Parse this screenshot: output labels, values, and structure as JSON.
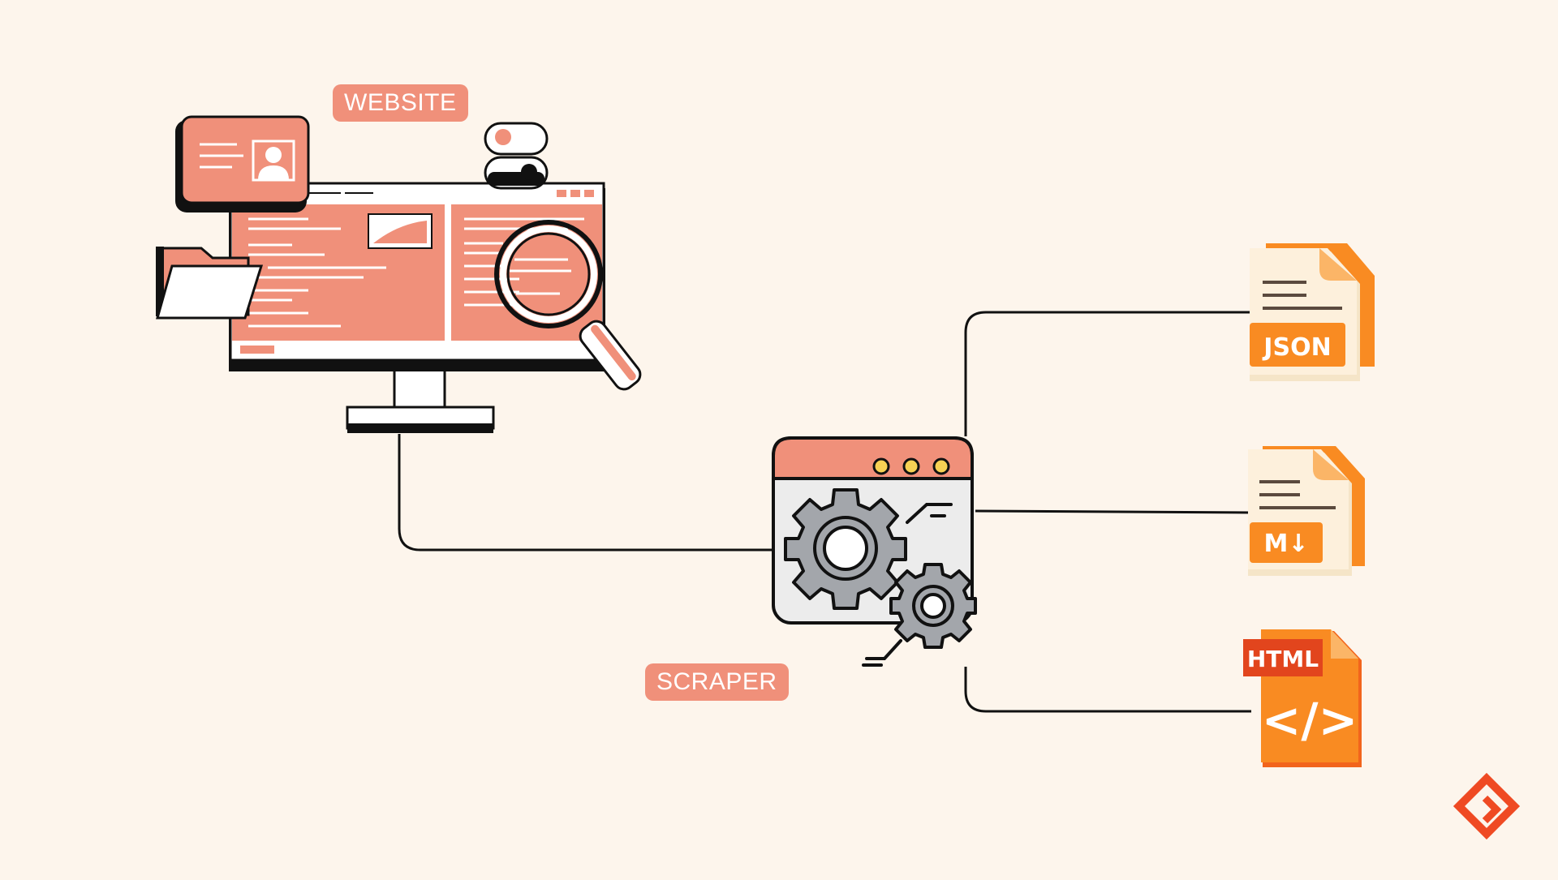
{
  "labels": {
    "website": "WEBSITE",
    "scraper": "SCRAPER"
  },
  "outputs": {
    "json": "JSON",
    "markdown": "M↓",
    "html": "HTML",
    "html_code": "</>"
  },
  "colors": {
    "background": "#fdf5ec",
    "salmon": "#f0907a",
    "orange": "#f98b22",
    "orange_light": "#fbb567",
    "orange_deep": "#f2641c",
    "html_dark": "#e2451d",
    "outline": "#111111",
    "gear": "#a3a6ab",
    "dot": "#f7d154",
    "logo": "#ef4a23"
  },
  "icons": [
    "website-monitor-icon",
    "magnifier-icon",
    "folder-icon",
    "profile-card-icon",
    "toggle-icon",
    "scraper-gear-window-icon",
    "json-file-icon",
    "markdown-file-icon",
    "html-file-icon",
    "brand-logo-icon"
  ]
}
